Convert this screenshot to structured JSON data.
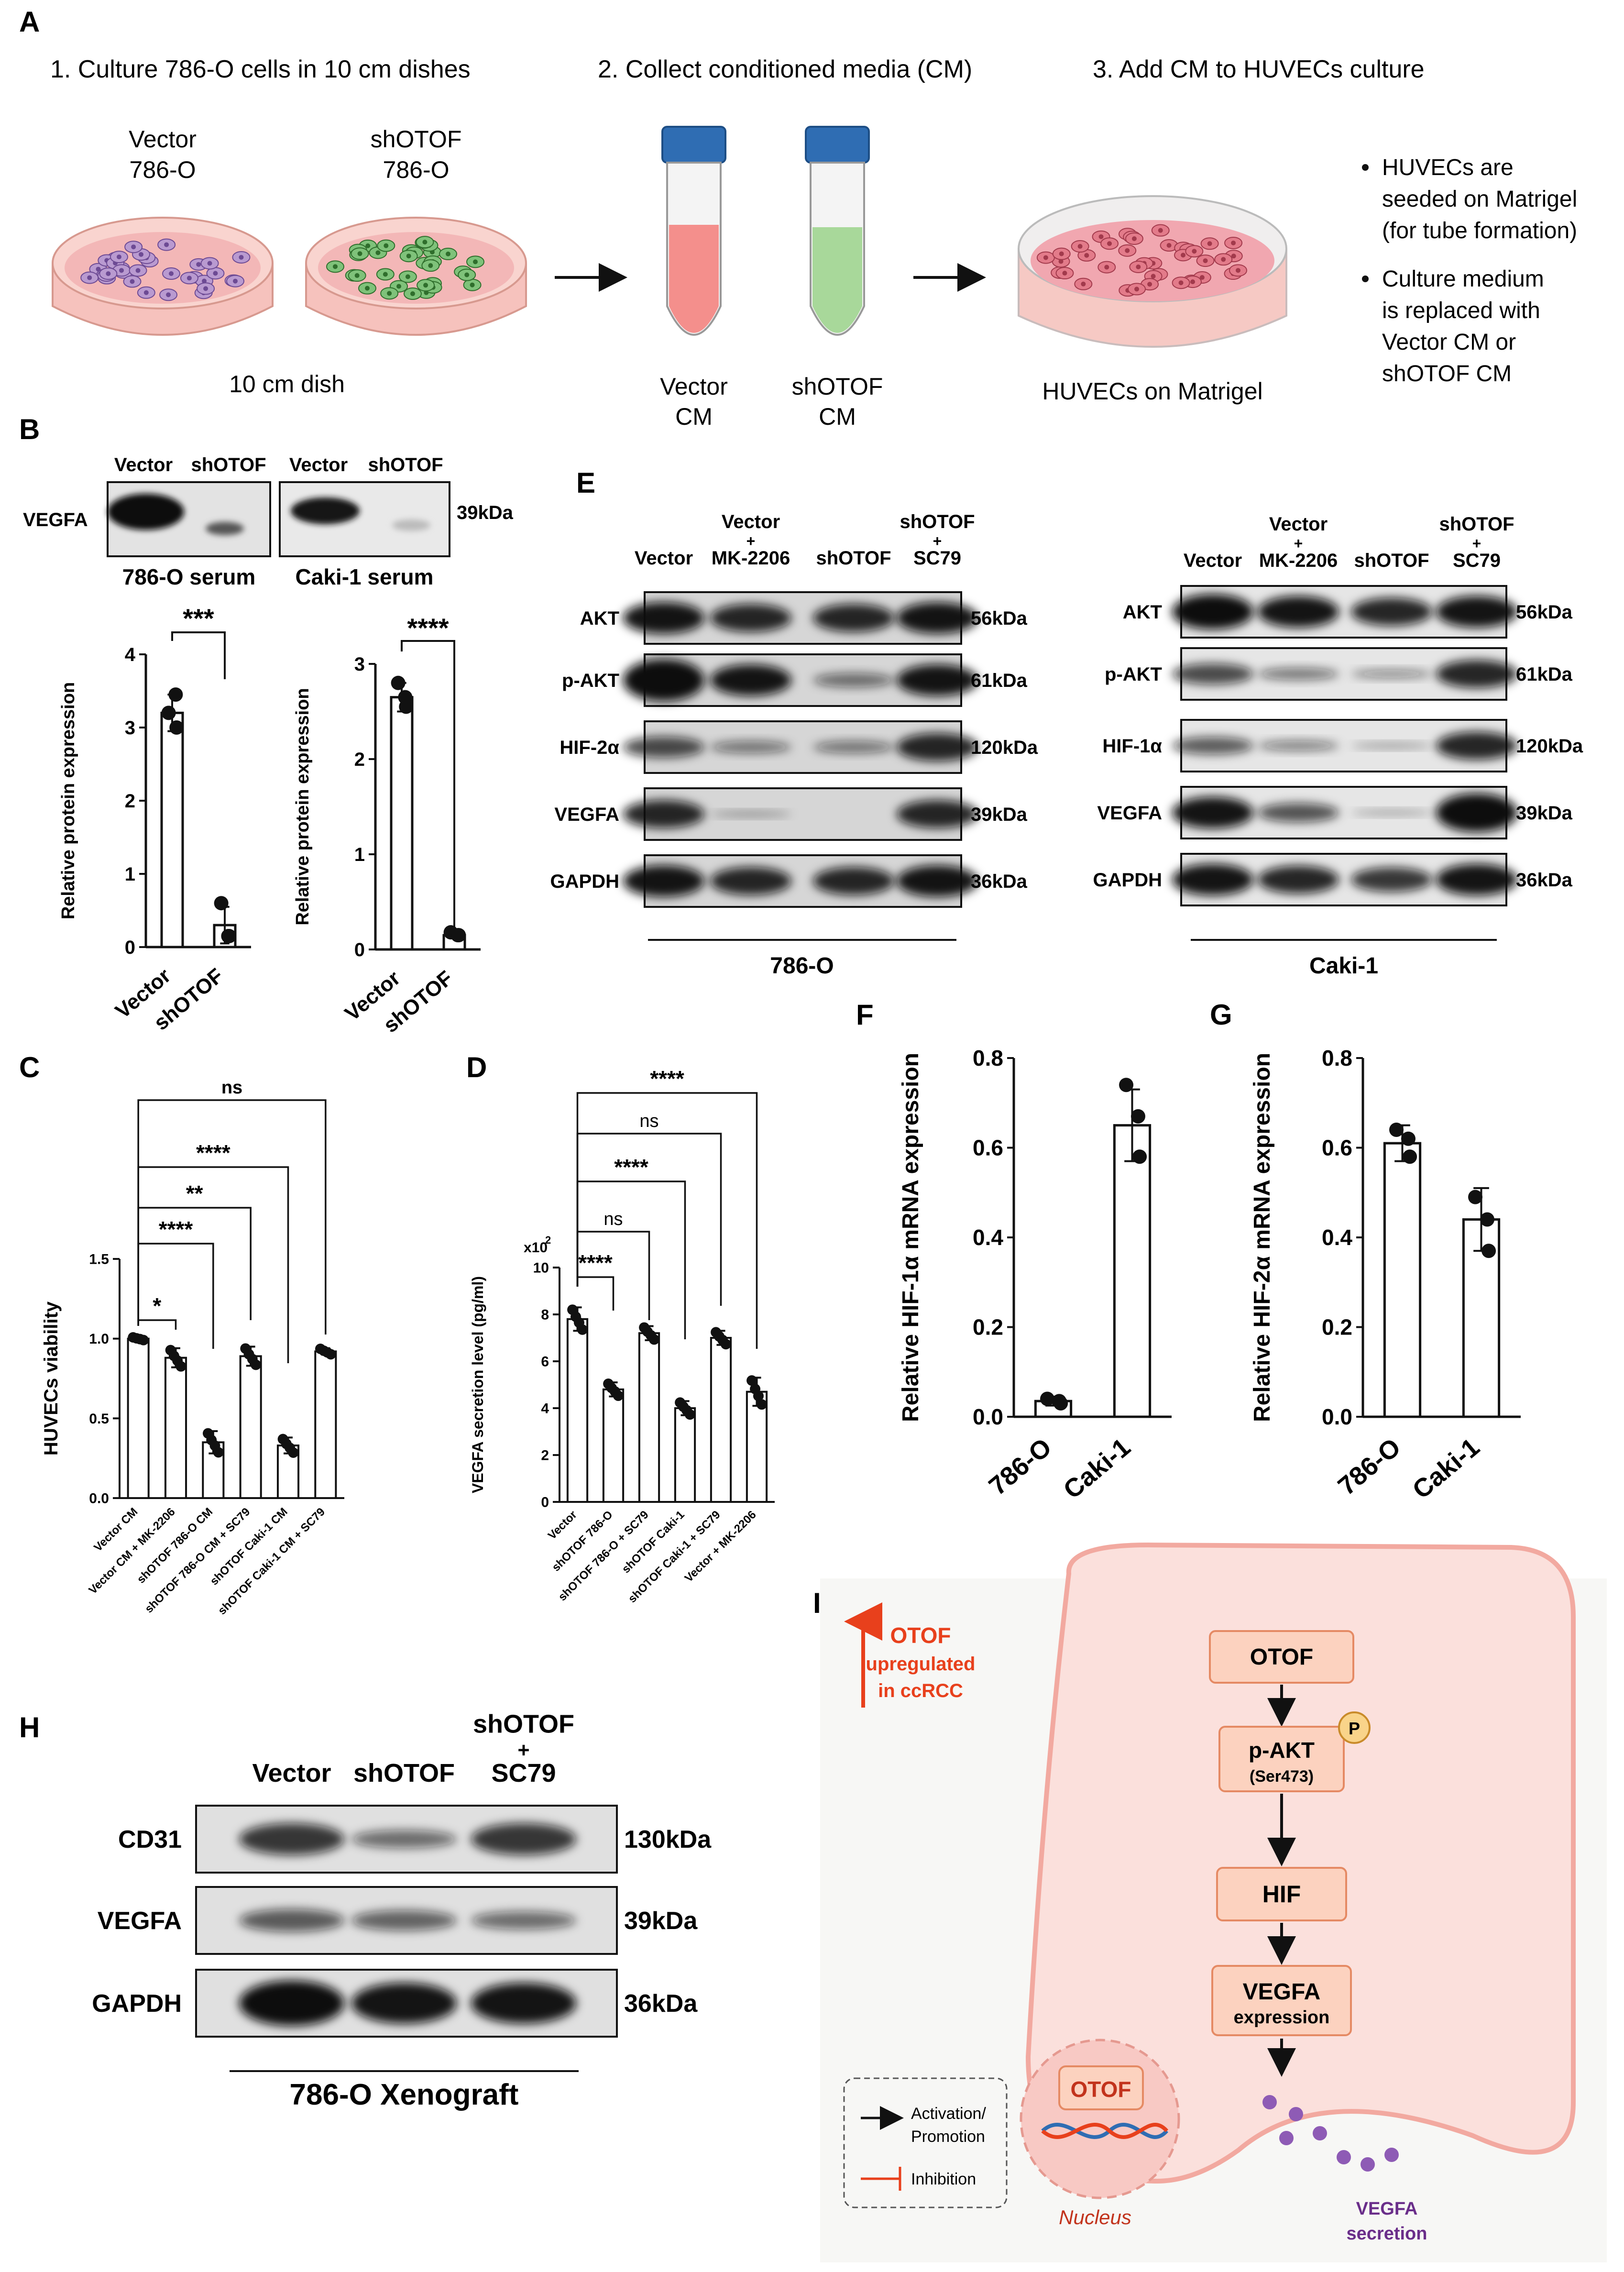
{
  "panelA": {
    "letter": "A",
    "step1": "1. Culture 786-O cells in 10 cm dishes",
    "step2": "2. Collect conditioned media (CM)",
    "step3": "3. Add CM to HUVECs culture",
    "dish1_l1": "Vector",
    "dish1_l2": "786-O",
    "dish2_l1": "shOTOF",
    "dish2_l2": "786-O",
    "dish_caption": "10 cm dish",
    "tube1_l1": "Vector",
    "tube1_l2": "CM",
    "tube2_l1": "shOTOF",
    "tube2_l2": "CM",
    "huvec_caption": "HUVECs on Matrigel",
    "bullet1": [
      "HUVECs are",
      "seeded on Matrigel",
      "(for tube formation)"
    ],
    "bullet2": [
      "Culture medium",
      "is replaced with",
      "Vector CM or",
      "shOTOF CM"
    ]
  },
  "panelB": {
    "letter": "B",
    "lane_vector": "Vector",
    "lane_shotof": "shOTOF",
    "row_label": "VEGFA",
    "kda": "39kDa",
    "blot1_caption": "786-O serum",
    "blot2_caption": "Caki-1 serum",
    "ylabel": "Relative protein expression",
    "sig1": "***",
    "sig2": "****",
    "xcats": [
      "Vector",
      "shOTOF"
    ]
  },
  "panelC": {
    "letter": "C",
    "ylabel": "HUVECs viability",
    "categories": [
      "Vector CM",
      "Vector CM + MK-2206",
      "shOTOF 786-O CM",
      "shOTOF 786-O CM + SC79",
      "shOTOF Caki-1 CM",
      "shOTOF Caki-1 CM + SC79"
    ],
    "sig": [
      "*",
      "****",
      "**",
      "****",
      "ns"
    ]
  },
  "panelD": {
    "letter": "D",
    "ylabel": "VEGFA secretion level (pg/ml)",
    "multiplier": "x10",
    "multiplier_exp": "2",
    "categories": [
      "Vector",
      "shOTOF 786-O",
      "shOTOF 786-O + SC79",
      "shOTOF Caki-1",
      "shOTOF Caki-1 + SC79",
      "Vector + MK-2206"
    ],
    "sig": [
      "****",
      "ns",
      "****",
      "ns",
      "****"
    ]
  },
  "panelE": {
    "letter": "E",
    "lanes_786": [
      "Vector",
      "Vector\n+\nMK-2206",
      "shOTOF",
      "shOTOF\n+\nSC79"
    ],
    "rows_786": [
      "AKT",
      "p-AKT",
      "HIF-2α",
      "VEGFA",
      "GAPDH"
    ],
    "kda_786": [
      "56kDa",
      "61kDa",
      "120kDa",
      "39kDa",
      "36kDa"
    ],
    "caption_786": "786-O",
    "rows_caki": [
      "AKT",
      "p-AKT",
      "HIF-1α",
      "VEGFA",
      "GAPDH"
    ],
    "kda_caki": [
      "56kDa",
      "61kDa",
      "120kDa",
      "39kDa",
      "36kDa"
    ],
    "caption_caki": "Caki-1"
  },
  "panelF": {
    "letter": "F",
    "ylabel": "Relative HIF-1α mRNA expression"
  },
  "panelG": {
    "letter": "G",
    "ylabel": "Relative HIF-2α mRNA expression"
  },
  "panelH": {
    "letter": "H",
    "lanes": [
      "Vector",
      "shOTOF",
      "shOTOF\n+\nSC79"
    ],
    "rows": [
      "CD31",
      "VEGFA",
      "GAPDH"
    ],
    "kda": [
      "130kDa",
      "39kDa",
      "36kDa"
    ],
    "caption": "786-O Xenograft"
  },
  "panelI": {
    "letter": "I",
    "otof_up_l1": "OTOF",
    "otof_up_l2": "upregulated",
    "otof_up_l3": "in ccRCC",
    "box1": "OTOF",
    "box2_l1": "p-AKT",
    "box2_l2": "(Ser473)",
    "phospho": "P",
    "box3": "HIF",
    "box4_l1": "VEGFA",
    "box4_l2": "expression",
    "nucleus_gene": "OTOF",
    "nucleus_label": "Nucleus",
    "secretion_l1": "VEGFA",
    "secretion_l2": "secretion",
    "legend_act_l1": "Activation/",
    "legend_act_l2": "Promotion",
    "legend_inh": "Inhibition"
  },
  "colors": {
    "red": "#e8401c",
    "purple": "#6a2e8a",
    "cell_fill": "#fbe0dc",
    "cell_edge": "#f2a9a0",
    "box_fill": "#fcd2bf",
    "box_edge": "#e58a64"
  },
  "chart_data": [
    {
      "panel": "B-left",
      "type": "bar",
      "categories": [
        "Vector",
        "shOTOF"
      ],
      "values": [
        3.2,
        0.3
      ],
      "errors": [
        0.25,
        0.25
      ],
      "points": [
        [
          3.2,
          3.45,
          3.0
        ],
        [
          0.6,
          0.15,
          0.15
        ]
      ],
      "ylabel": "Relative protein expression",
      "ylim": [
        0,
        4
      ],
      "yticks": [
        0,
        1,
        2,
        3,
        4
      ],
      "annotation": "***"
    },
    {
      "panel": "B-right",
      "type": "bar",
      "categories": [
        "Vector",
        "shOTOF"
      ],
      "values": [
        2.65,
        0.15
      ],
      "errors": [
        0.15,
        0.03
      ],
      "points": [
        [
          2.8,
          2.65,
          2.55
        ],
        [
          0.18,
          0.15,
          0.15
        ]
      ],
      "ylabel": "Relative protein expression",
      "ylim": [
        0,
        3
      ],
      "yticks": [
        0,
        1,
        2,
        3
      ],
      "annotation": "****"
    },
    {
      "panel": "C",
      "type": "bar",
      "categories": [
        "Vector CM",
        "Vector CM + MK-2206",
        "shOTOF 786-O CM",
        "shOTOF 786-O CM + SC79",
        "shOTOF Caki-1 CM",
        "shOTOF Caki-1 CM + SC79"
      ],
      "values": [
        1.0,
        0.88,
        0.35,
        0.89,
        0.33,
        0.92
      ],
      "errors": [
        0.0,
        0.06,
        0.07,
        0.06,
        0.05,
        0.02
      ],
      "ylabel": "HUVECs viability",
      "ylim": [
        0,
        1.5
      ],
      "yticks": [
        0.0,
        0.5,
        1.0,
        1.5
      ]
    },
    {
      "panel": "D",
      "type": "bar",
      "categories": [
        "Vector",
        "shOTOF 786-O",
        "shOTOF 786-O + SC79",
        "shOTOF Caki-1",
        "shOTOF Caki-1 + SC79",
        "Vector + MK-2206"
      ],
      "values": [
        7.8,
        4.8,
        7.2,
        4.0,
        7.0,
        4.7
      ],
      "errors": [
        0.5,
        0.3,
        0.3,
        0.3,
        0.3,
        0.6
      ],
      "ylabel": "VEGFA secretion level (pg/ml)",
      "ylim": [
        0,
        10
      ],
      "yticks": [
        0,
        2,
        4,
        6,
        8,
        10
      ]
    },
    {
      "panel": "F",
      "type": "bar",
      "categories": [
        "786-O",
        "Caki-1"
      ],
      "values": [
        0.035,
        0.65
      ],
      "errors": [
        0.01,
        0.08
      ],
      "points": [
        [
          0.04,
          0.035,
          0.03
        ],
        [
          0.74,
          0.67,
          0.58
        ]
      ],
      "ylabel": "Relative HIF-1α mRNA expression",
      "ylim": [
        0,
        0.8
      ],
      "yticks": [
        0.0,
        0.2,
        0.4,
        0.6,
        0.8
      ]
    },
    {
      "panel": "G",
      "type": "bar",
      "categories": [
        "786-O",
        "Caki-1"
      ],
      "values": [
        0.61,
        0.44
      ],
      "errors": [
        0.04,
        0.07
      ],
      "points": [
        [
          0.64,
          0.62,
          0.58
        ],
        [
          0.49,
          0.44,
          0.37
        ]
      ],
      "ylabel": "Relative HIF-2α mRNA expression",
      "ylim": [
        0,
        0.8
      ],
      "yticks": [
        0.0,
        0.2,
        0.4,
        0.6,
        0.8
      ]
    }
  ]
}
